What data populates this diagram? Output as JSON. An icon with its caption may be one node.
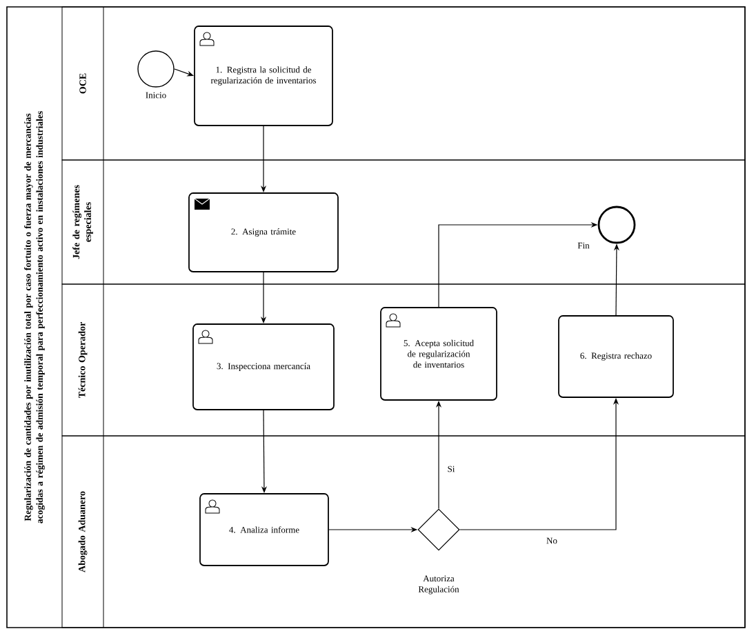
{
  "diagram": {
    "nodes": [
      {
        "text": [
          "Regularización de cantidades por inutilización total por caso fortuito o fuerza mayor de mercancías acogidas a régimen de admisión temporal para perfeccionamiento activo en instalaciones industriales"
        ]
      },
      {
        "text": [
          "OCE"
        ],
        "in": 0
      },
      {
        "text": [
          "Jefe de regímenes especiales"
        ],
        "in": 0
      },
      {
        "text": [
          "Técnico Operador"
        ],
        "in": 0
      },
      {
        "text": [
          "Abogado Aduanero"
        ],
        "in": 0
      },
      {
        "text": [],
        "shape": "circle",
        "beside": [
          "Inicio"
        ],
        "in": 1
      },
      {
        "text": [
          "1. Registra la solicitud de regularización de inventarios"
        ],
        "in": 1
      },
      {
        "text": [
          "2. Asigna trámite"
        ],
        "in": 2
      },
      {
        "text": [],
        "shape": "circle",
        "beside": [
          "Fin"
        ],
        "in": 2
      },
      {
        "text": [
          "3. Inspecciona mercancía"
        ],
        "in": 3
      },
      {
        "text": [
          "5. Acepta solicitud de regularización de inventarios"
        ],
        "in": 3
      },
      {
        "text": [
          "6. Registra rechazo"
        ],
        "in": 3
      },
      {
        "text": [
          "4. Analiza informe"
        ],
        "in": 4
      },
      {
        "text": [],
        "shape": "diamond",
        "beside": [
          "Autoriza Regulación"
        ],
        "in": 4
      }
    ],
    "edges": [
      {
        "from": 5,
        "to": 6,
        "arrow": "to"
      },
      {
        "from": 6,
        "to": 7,
        "arrow": "to"
      },
      {
        "from": 7,
        "to": 9,
        "arrow": "to"
      },
      {
        "from": 9,
        "to": 12,
        "arrow": "to"
      },
      {
        "from": 12,
        "to": 13,
        "arrow": "to"
      },
      {
        "from": 13,
        "to": 10,
        "arrow": "to",
        "label": "Si"
      },
      {
        "from": 13,
        "to": 11,
        "arrow": "to",
        "label": "No"
      },
      {
        "from": 10,
        "to": 8,
        "arrow": "to"
      },
      {
        "from": 11,
        "to": 8,
        "arrow": "to"
      }
    ]
  }
}
